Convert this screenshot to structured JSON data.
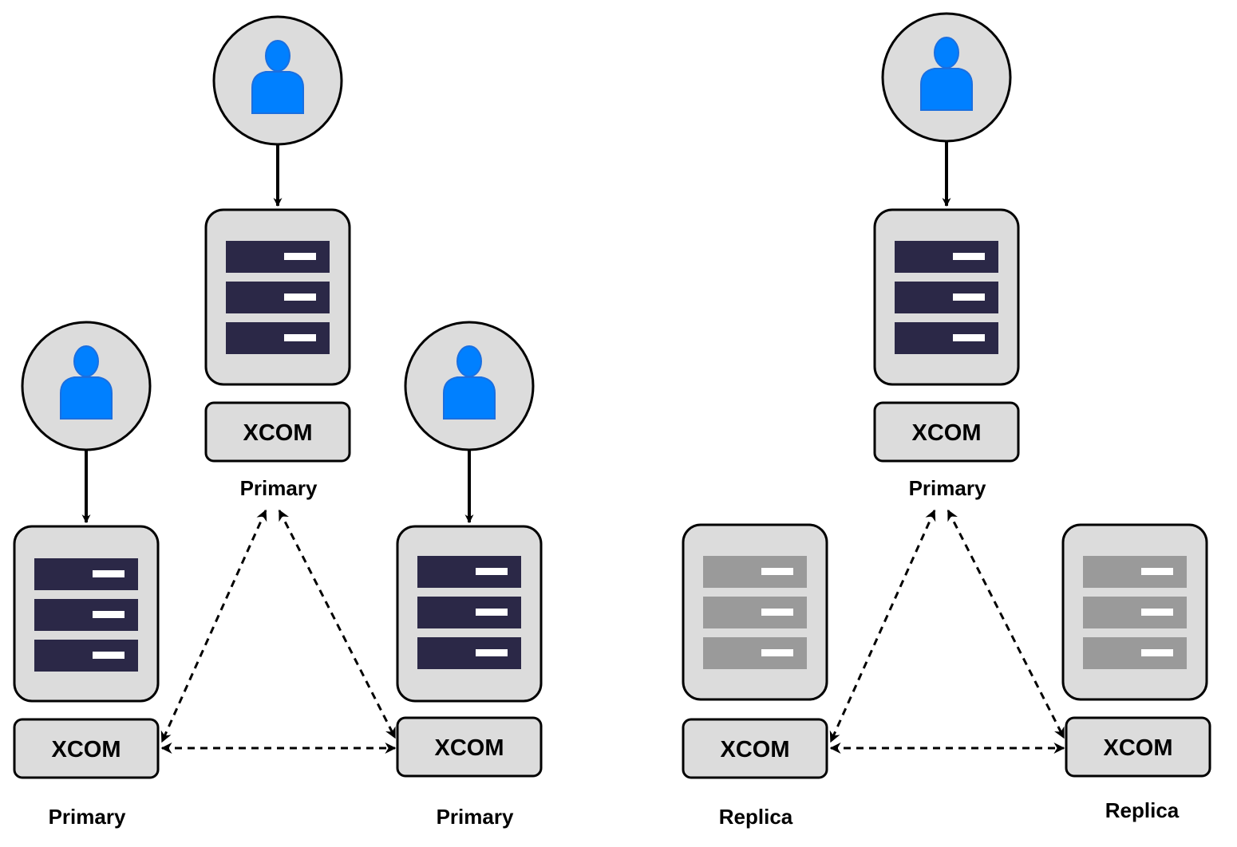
{
  "colors": {
    "box_fill": "#dcdcdc",
    "stroke": "#000000",
    "user_icon": "#0080ff",
    "active_rack": "#2b2847",
    "inactive_rack": "#9a9a9a",
    "slot_indicator": "#ffffff"
  },
  "icons": {
    "user": "user-icon",
    "server": "server-icon"
  },
  "left_group": {
    "top_node": {
      "xcom_label": "XCOM",
      "role_label": "Primary",
      "status": "active"
    },
    "left_node": {
      "xcom_label": "XCOM",
      "role_label": "Primary",
      "status": "active"
    },
    "right_node": {
      "xcom_label": "XCOM",
      "role_label": "Primary",
      "status": "active"
    }
  },
  "right_group": {
    "top_node": {
      "xcom_label": "XCOM",
      "role_label": "Primary",
      "status": "active"
    },
    "left_node": {
      "xcom_label": "XCOM",
      "role_label": "Replica",
      "status": "inactive"
    },
    "right_node": {
      "xcom_label": "XCOM",
      "role_label": "Replica",
      "status": "inactive"
    }
  }
}
